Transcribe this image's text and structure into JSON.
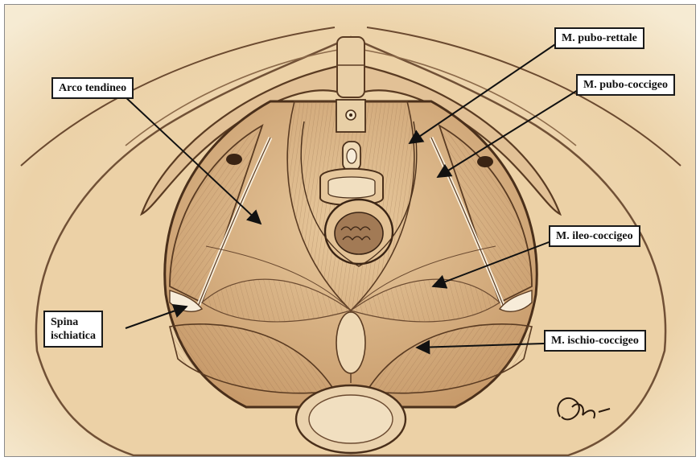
{
  "labels": {
    "pubo_rettale": "M. pubo-rettale",
    "pubo_coccigeo": "M. pubo-coccigeo",
    "arco_tendineo": "Arco tendineo",
    "ileo_coccigeo": "M. ileo-coccigeo",
    "spina_ischiatica_1": "Spina",
    "spina_ischiatica_2": "ischiatica",
    "ischio_coccigeo": "M. ischio-coccigeo"
  },
  "colors": {
    "paper": "#f4e6c9",
    "ink": "#3a2414",
    "sepia": "#8c6a4a",
    "shade": "#c9a47c"
  },
  "signature": "signature-mark"
}
